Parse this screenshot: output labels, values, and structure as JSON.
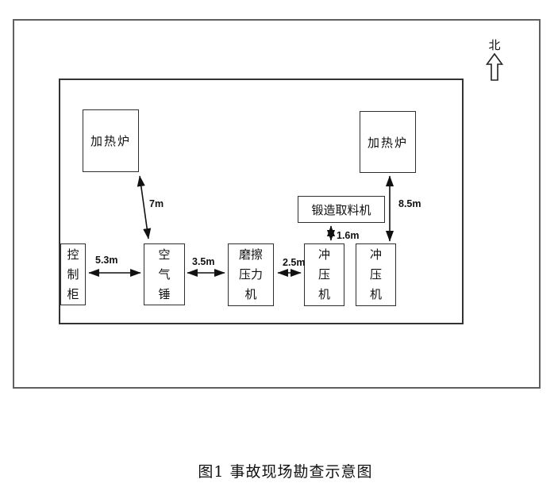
{
  "north": {
    "label": "北"
  },
  "caption": "图1 事故现场勘查示意图",
  "equipment": {
    "furnace_left": {
      "label": "加热炉"
    },
    "furnace_right": {
      "label": "加热炉"
    },
    "forging_picker": {
      "label": "锻造取料机"
    },
    "control_cabinet": {
      "label": "控制柜"
    },
    "air_hammer": {
      "label": "空气锤"
    },
    "friction_press": {
      "label": "磨擦压力机"
    },
    "punch_press_1": {
      "label": "冲压机"
    },
    "punch_press_2": {
      "label": "冲压机"
    }
  },
  "distances": {
    "furnace_left_to_air_hammer": "7m",
    "control_cabinet_to_air_hammer": "5.3m",
    "air_hammer_to_friction_press": "3.5m",
    "friction_press_to_punch_press": "2.5m",
    "forging_picker_to_punch_press": "1.6m",
    "furnace_right_to_punch_press": "8.5m"
  },
  "colors": {
    "line": "#2e2e2e",
    "outer_border": "#606060",
    "arrow": "#111111",
    "background": "#ffffff"
  }
}
